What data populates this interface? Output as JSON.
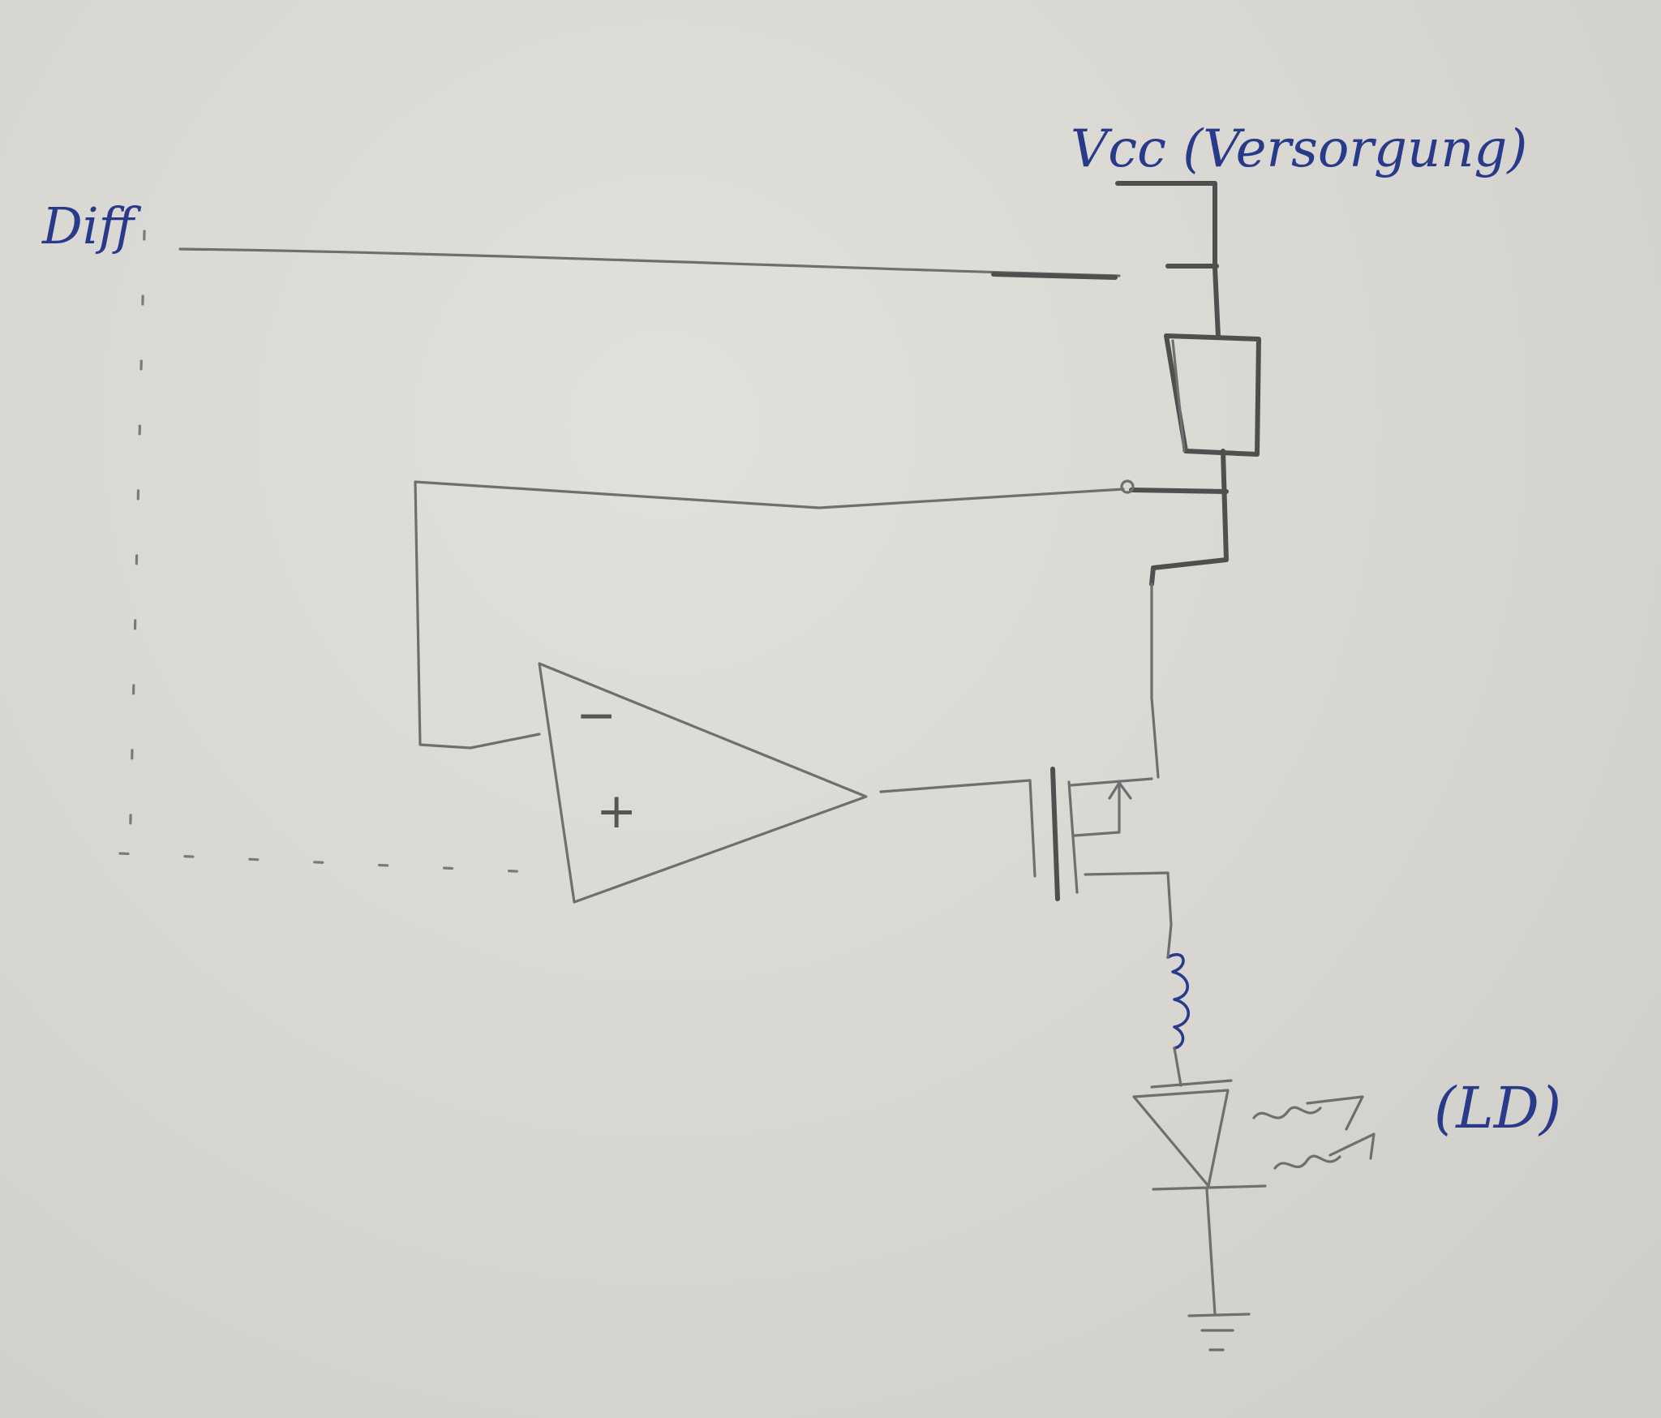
{
  "labels": {
    "diff_input": "Diff",
    "vcc_supply": "Vcc (Versorgung)",
    "laser_diode": "(LD)",
    "opamp_minus": "−",
    "opamp_plus": "+"
  },
  "colors": {
    "paper": "#d9d7d2",
    "pencil": "#6f6f6f",
    "ink": "#2a3a8a"
  }
}
